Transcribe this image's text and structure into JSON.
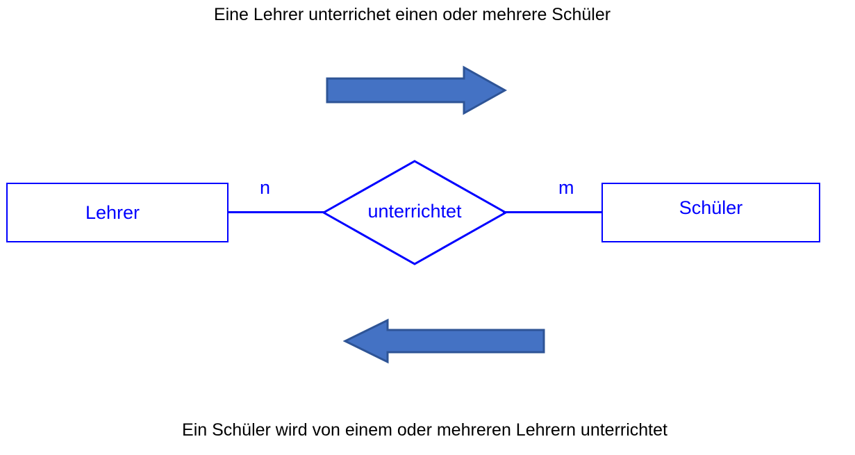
{
  "diagram": {
    "type": "er-diagram",
    "title_top": "Eine Lehrer unterrichet einen oder mehrere Schüler",
    "title_bottom": "Ein Schüler wird von einem oder mehreren Lehrern unterrichtet",
    "entities": [
      {
        "id": "lehrer",
        "label": "Lehrer"
      },
      {
        "id": "schueler",
        "label": "Schüler"
      }
    ],
    "relationship": {
      "label": "unterrichtet"
    },
    "cardinalities": {
      "left": "n",
      "right": "m"
    },
    "arrows": [
      {
        "id": "arrow-top",
        "direction": "right",
        "icon": "block-arrow-right-icon"
      },
      {
        "id": "arrow-bottom",
        "direction": "left",
        "icon": "block-arrow-left-icon"
      }
    ],
    "colors": {
      "entity_stroke": "#0000FF",
      "entity_text": "#0000FF",
      "relationship_stroke": "#0000FF",
      "relationship_text": "#0000FF",
      "connector": "#0000FF",
      "caption_text": "#000000",
      "arrow_fill": "#4472C4",
      "arrow_stroke": "#2E5496",
      "background": "#FFFFFF"
    }
  }
}
